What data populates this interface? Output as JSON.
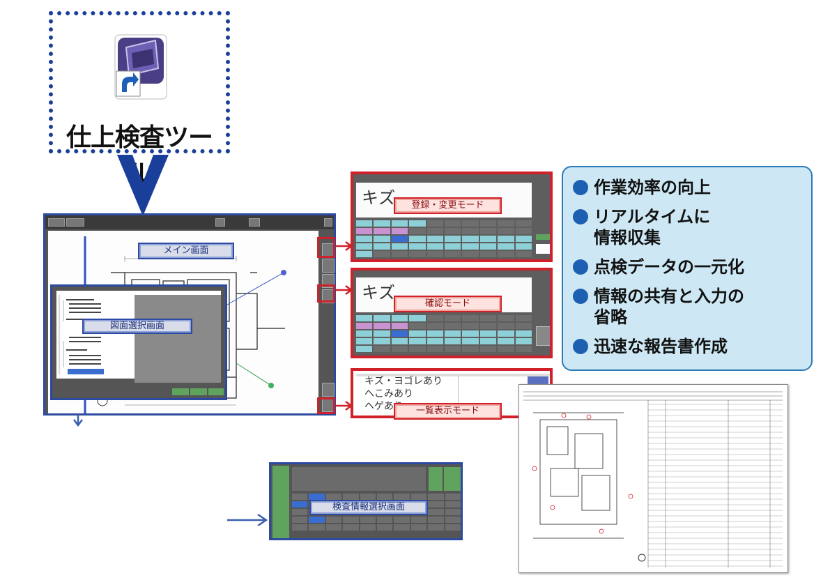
{
  "app": {
    "title": "仕上検査ツール",
    "colors": {
      "accent_blue": "#1a3f9a",
      "accent_red": "#d0202a",
      "panel_bg": "#cde8f4"
    }
  },
  "labels": {
    "main": "メイン画面",
    "drawing_select": "図面選択画面",
    "inspection_select": "検査情報選択画面",
    "register_mode": "登録・変更モード",
    "confirm_mode": "確認モード",
    "list_mode": "一覧表示モード"
  },
  "handwriting": {
    "kizu1": "キズ",
    "kizu2": "キズ",
    "list_rows": [
      "キズ・ヨゴレあり",
      "へこみあり",
      "ヘゲあり"
    ]
  },
  "benefits": [
    {
      "lines": [
        "作業効率の向上"
      ]
    },
    {
      "lines": [
        "リアルタイムに",
        "情報収集"
      ]
    },
    {
      "lines": [
        "点検データの一元化"
      ]
    },
    {
      "lines": [
        "情報の共有と入力の",
        "省略"
      ]
    },
    {
      "lines": [
        "迅速な報告書作成"
      ]
    }
  ],
  "icons": [
    "app-shortcut-icon",
    "down-arrow-icon",
    "right-arrow-icon"
  ]
}
